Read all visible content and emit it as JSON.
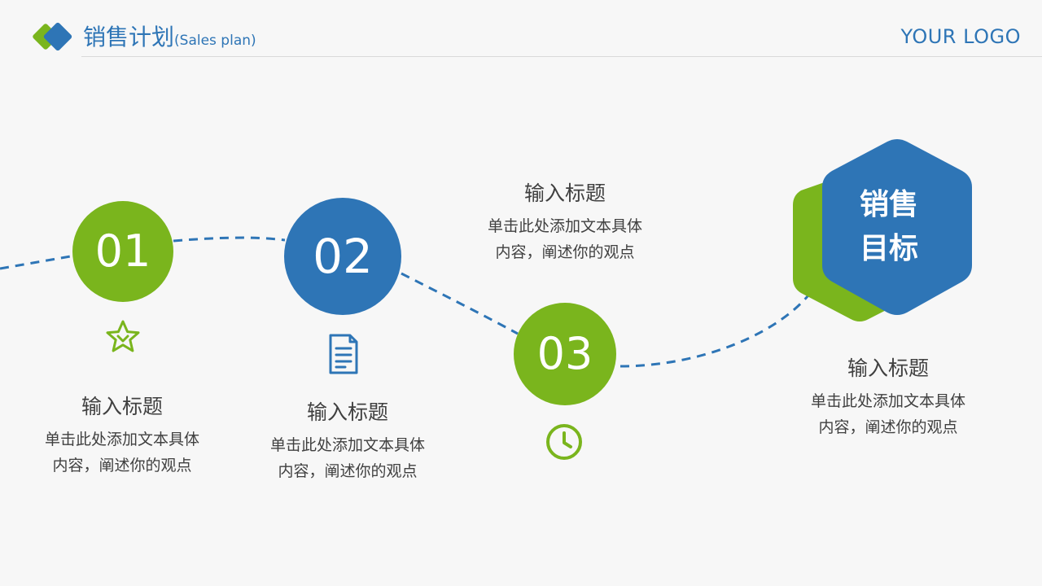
{
  "header": {
    "title": "销售计划",
    "subtitle": "(Sales plan)",
    "logo_text": "YOUR LOGO"
  },
  "colors": {
    "green": "#7ab51d",
    "blue": "#2e75b6",
    "text": "#404040",
    "divider": "#d9d9d9",
    "background": "#f7f7f7"
  },
  "steps": [
    {
      "number": "01",
      "icon": "star-icon",
      "title": "输入标题",
      "desc": [
        "单击此处添加文本具体",
        "内容，阐述你的观点"
      ]
    },
    {
      "number": "02",
      "icon": "document-icon",
      "title": "输入标题",
      "desc": [
        "单击此处添加文本具体",
        "内容，阐述你的观点"
      ]
    },
    {
      "number": "03",
      "icon": "clock-icon",
      "title": "输入标题",
      "desc": [
        "单击此处添加文本具体",
        "内容，阐述你的观点"
      ]
    }
  ],
  "goal": {
    "lines": [
      "销售",
      "目标"
    ],
    "title": "输入标题",
    "desc": [
      "单击此处添加文本具体",
      "内容，阐述你的观点"
    ]
  }
}
